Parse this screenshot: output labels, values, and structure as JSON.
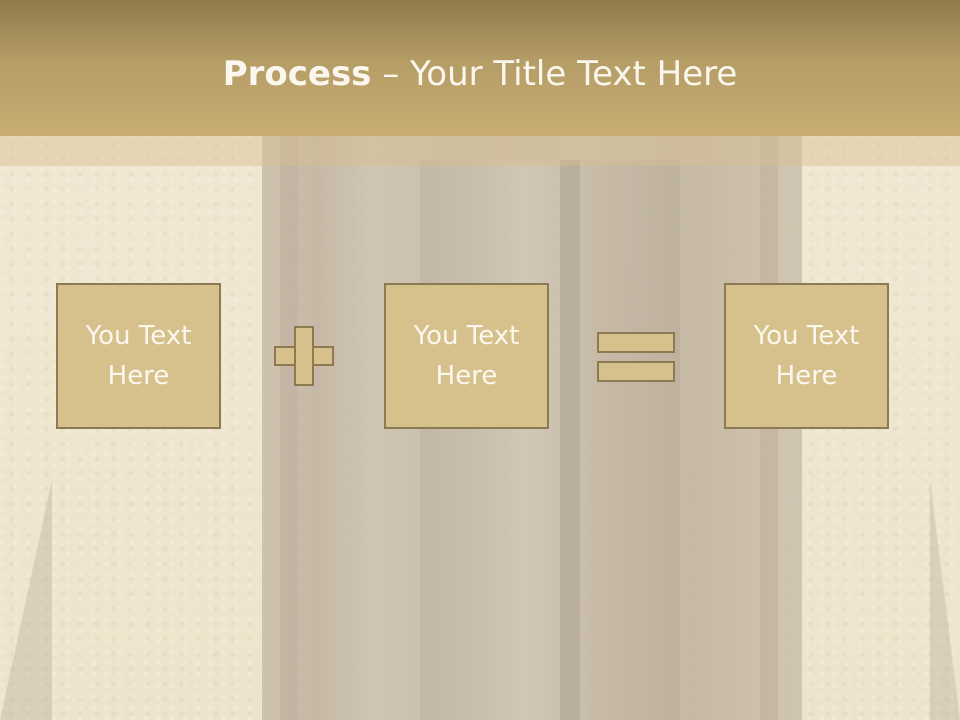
{
  "slide": {
    "title_bold": "Process",
    "title_rest": " – Your Title Text Here",
    "boxes": [
      {
        "text": "You Text\nHere"
      },
      {
        "text": "You Text\nHere"
      },
      {
        "text": "You Text\nHere"
      }
    ],
    "operators": [
      "plus-icon",
      "equals-icon"
    ]
  },
  "colors": {
    "header": "#b59d66",
    "box_fill": "#d6c08c",
    "box_border": "#8e7a52",
    "text": "#fbf7ee"
  }
}
